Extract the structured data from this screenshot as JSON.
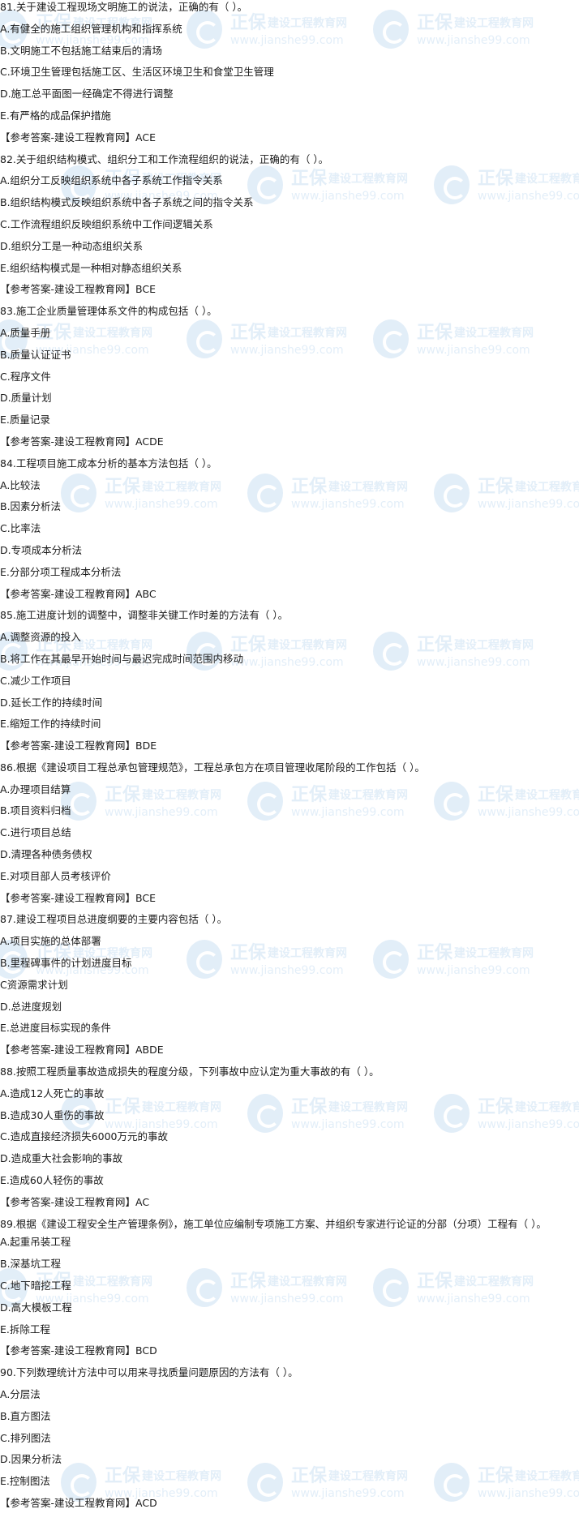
{
  "watermark": {
    "brand": "正保",
    "name": "建设工程教育网",
    "url": "www.jianshe99.com"
  },
  "questions": [
    {
      "q": "81.关于建设工程现场文明施工的说法，正确的有（  ）。",
      "options": [
        "A.有健全的施工组织管理机构和指挥系统",
        "B.文明施工不包括施工结束后的清场",
        "C.环境卫生管理包括施工区、生活区环境卫生和食堂卫生管理",
        "D.施工总平面图一经确定不得进行调整",
        "E.有严格的成品保护措施"
      ],
      "answer": "【参考答案-建设工程教育网】ACE"
    },
    {
      "q": "82.关于组织结构模式、组织分工和工作流程组织的说法，正确的有（  ）。",
      "options": [
        "A.组织分工反映组织系统中各子系统工作指令关系",
        "B.组织结构模式反映组织系统中各子系统之间的指令关系",
        "C.工作流程组织反映组织系统中工作间逻辑关系",
        "D.组织分工是一种动态组织关系",
        "E.组织结构模式是一种相对静态组织关系"
      ],
      "answer": "【参考答案-建设工程教育网】BCE"
    },
    {
      "q": "83.施工企业质量管理体系文件的构成包括（  ）。",
      "options": [
        "A.质量手册",
        "B.质量认证证书",
        "C.程序文件",
        "D.质量计划",
        "E.质量记录"
      ],
      "answer": "【参考答案-建设工程教育网】ACDE"
    },
    {
      "q": "84.工程项目施工成本分析的基本方法包括（  ）。",
      "options": [
        "A.比较法",
        "B.因素分析法",
        "C.比率法",
        "D.专项成本分析法",
        "E.分部分项工程成本分析法"
      ],
      "answer": "【参考答案-建设工程教育网】ABC"
    },
    {
      "q": "85.施工进度计划的调整中，调整非关键工作时差的方法有（  ）。",
      "options": [
        "A.调整资源的投入",
        "B.将工作在其最早开始时间与最迟完成时间范围内移动",
        "C.减少工作项目",
        "D.延长工作的持续时间",
        "E.缩短工作的持续时间"
      ],
      "answer": "【参考答案-建设工程教育网】BDE"
    },
    {
      "q": "86.根据《建设项目工程总承包管理规范》，工程总承包方在项目管理收尾阶段的工作包括（ ）。",
      "options": [
        "A.办理项目结算",
        "B.项目资料归档",
        "C.进行项目总结",
        "D.清理各种债务债权",
        "E.对项目部人员考核评价"
      ],
      "answer": "【参考答案-建设工程教育网】BCE"
    },
    {
      "q": "87.建设工程项目总进度纲要的主要内容包括（  ）。",
      "options": [
        "A.项目实施的总体部署",
        "B.里程碑事件的计划进度目标",
        "C资源需求计划",
        "D.总进度规划",
        "E.总进度目标实现的条件"
      ],
      "answer": "【参考答案-建设工程教育网】ABDE"
    },
    {
      "q": "88.按照工程质量事故造成损失的程度分级，下列事故中应认定为重大事故的有（  ）。",
      "options": [
        "A.造成12人死亡的事故",
        "B.造成30人重伤的事故",
        "C.造成直接经济损失6000万元的事故",
        "D.造成重大社会影响的事故",
        "E.造成60人轻伤的事故"
      ],
      "answer": "【参考答案-建设工程教育网】AC"
    },
    {
      "q": "89.根据《建设工程安全生产管理条例》，施工单位应编制专项施工方案、并组织专家进行论证的分部（分项）工程有（  ）。",
      "options": [
        "A.起重吊装工程",
        "B.深基坑工程",
        "C.地下暗挖工程",
        "D.高大模板工程",
        "E.拆除工程"
      ],
      "answer": "【参考答案-建设工程教育网】BCD"
    },
    {
      "q": "90.下列数理统计方法中可以用来寻找质量问题原因的方法有（  ）。",
      "options": [
        "A.分层法",
        "B.直方图法",
        "C.排列图法",
        "D.因果分析法",
        "E.控制图法"
      ],
      "answer": "【参考答案-建设工程教育网】ACD"
    }
  ]
}
